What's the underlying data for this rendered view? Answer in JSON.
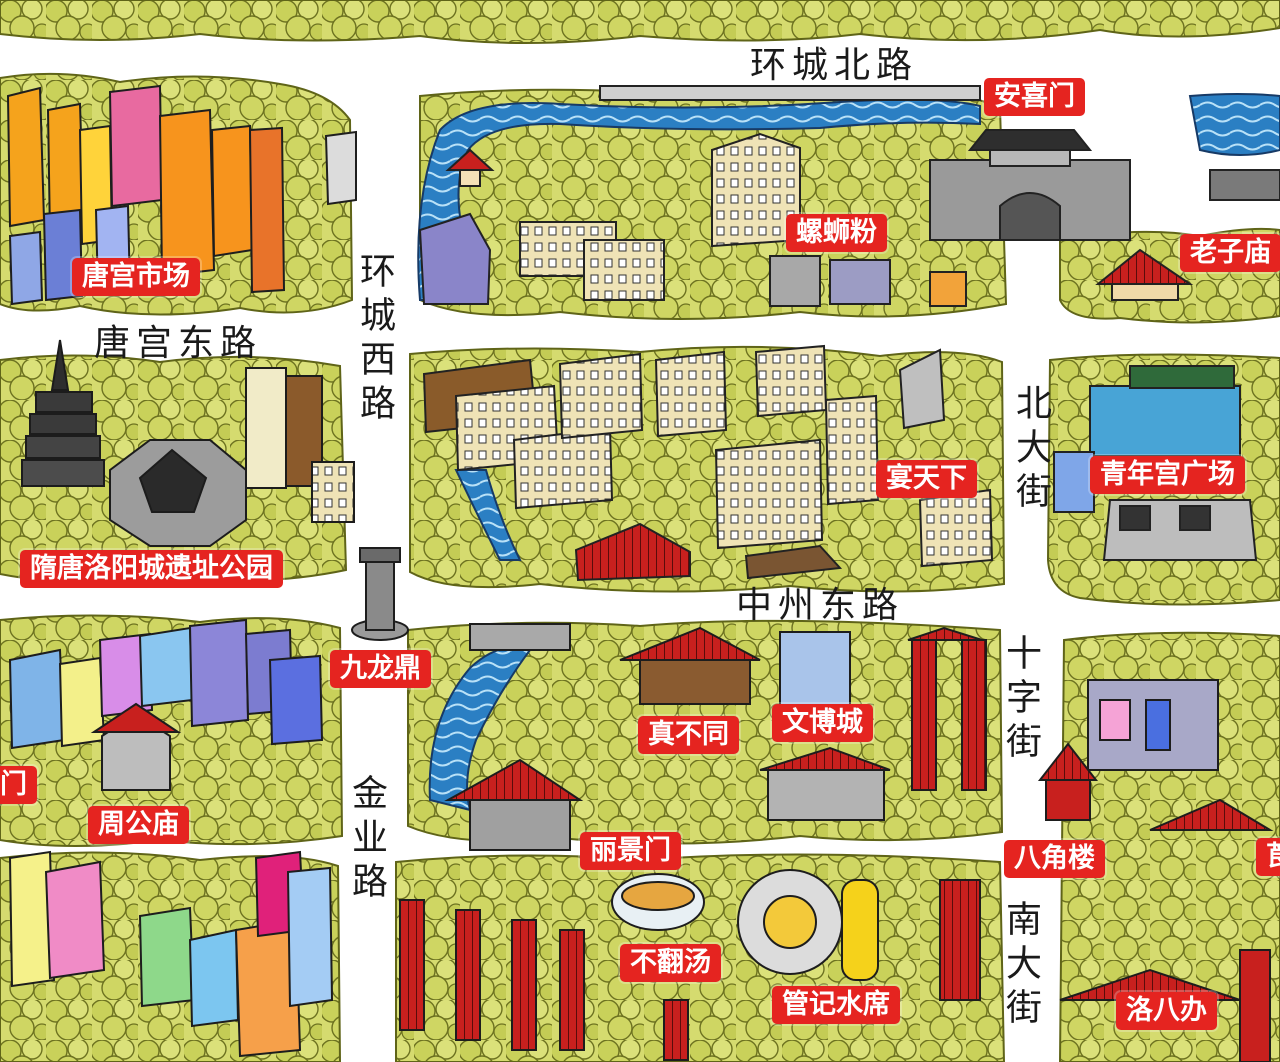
{
  "roads": {
    "huancheng_bei": "环城北路",
    "tanggong_dong": "唐宫东路",
    "huancheng_xi": "环城西路",
    "zhongzhou_dong": "中州东路",
    "jinye": "金业路",
    "bei_da_jie": "北大街",
    "shizi_jie": "十字街",
    "nan_da_jie": "南大街"
  },
  "pois": {
    "anximen": "安喜门",
    "laozimiao": "老子庙",
    "luosifen": "螺蛳粉",
    "tanggong_market": "唐宫市场",
    "suitang_park": "隋唐洛阳城遗址公园",
    "yantianxia": "宴天下",
    "qingniangong": "青年宫广场",
    "jiulongding": "九龙鼎",
    "zhenbutong": "真不同",
    "wenbocheng": "文博城",
    "men_partial": "门",
    "zhougongmiao": "周公庙",
    "lijingmen": "丽景门",
    "bajiaolou": "八角楼",
    "bufantang": "不翻汤",
    "guanji_shuixi": "管记水席",
    "luobaban": "洛八办",
    "right_partial": "莨"
  },
  "colors": {
    "road": "#ffffff",
    "greenery": "#d2d86a",
    "water": "#2a7fc4",
    "label_bg": "#e52420",
    "roof_red": "#c8201e"
  }
}
